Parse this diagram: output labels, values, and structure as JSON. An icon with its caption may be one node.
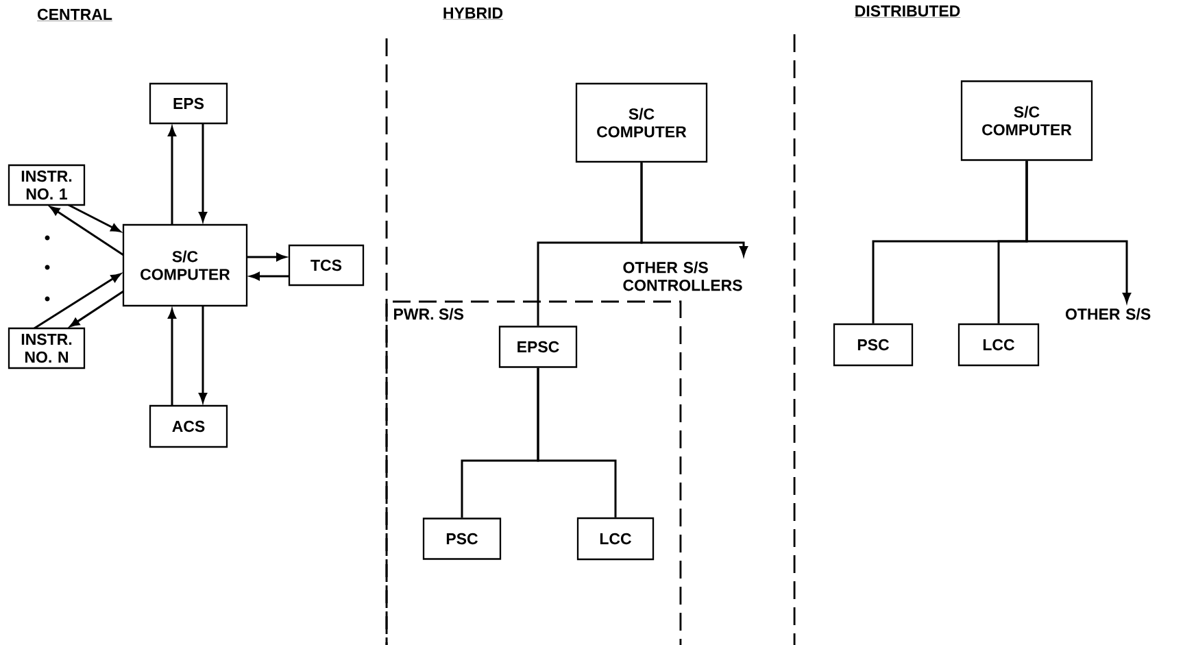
{
  "diagram": {
    "nodes": [
      {
        "text": [
          "EPS"
        ]
      },
      {
        "text": [
          "INSTR. NO. 1"
        ]
      },
      {
        "text": [
          "S/C COMPUTER"
        ]
      },
      {
        "text": [
          "TCS"
        ]
      },
      {
        "text": [
          "INSTR. NO. N"
        ]
      },
      {
        "text": [
          "ACS"
        ]
      },
      {
        "text": [
          "S/C COMPUTER"
        ]
      },
      {
        "text": [
          "OTHER S/S CONTROLLERS"
        ]
      },
      {
        "text": [
          "PWR. S/S"
        ]
      },
      {
        "text": [
          "EPSC"
        ],
        "in": 8
      },
      {
        "text": [
          "PSC"
        ],
        "in": 8
      },
      {
        "text": [
          "LCC"
        ],
        "in": 8
      },
      {
        "text": [
          "S/C COMPUTER"
        ]
      },
      {
        "text": [
          "PSC"
        ]
      },
      {
        "text": [
          "LCC"
        ]
      },
      {
        "text": [
          "OTHER S/S"
        ]
      }
    ],
    "edges": [
      {
        "from": 2,
        "to": 0,
        "arrow": "to"
      },
      {
        "from": 0,
        "to": 2,
        "arrow": "to"
      },
      {
        "from": 1,
        "to": 2,
        "arrow": "to"
      },
      {
        "from": 2,
        "to": 1,
        "arrow": "to"
      },
      {
        "from": 2,
        "to": 3,
        "arrow": "to"
      },
      {
        "from": 3,
        "to": 2,
        "arrow": "to"
      },
      {
        "from": 4,
        "to": 2,
        "arrow": "to"
      },
      {
        "from": 2,
        "to": 4,
        "arrow": "to"
      },
      {
        "from": 5,
        "to": 2,
        "arrow": "to"
      },
      {
        "from": 2,
        "to": 5,
        "arrow": "to"
      },
      {
        "from": 6,
        "to": 9,
        "arrow": "none"
      },
      {
        "from": 6,
        "to": 7,
        "arrow": "to"
      },
      {
        "from": 9,
        "to": 10,
        "arrow": "none"
      },
      {
        "from": 9,
        "to": 11,
        "arrow": "none"
      },
      {
        "from": 12,
        "to": 13,
        "arrow": "none"
      },
      {
        "from": 12,
        "to": 14,
        "arrow": "none"
      },
      {
        "from": 12,
        "to": 15,
        "arrow": "to"
      }
    ],
    "labels": [
      "CENTRAL",
      "HYBRID",
      "DISTRIBUTED"
    ]
  }
}
